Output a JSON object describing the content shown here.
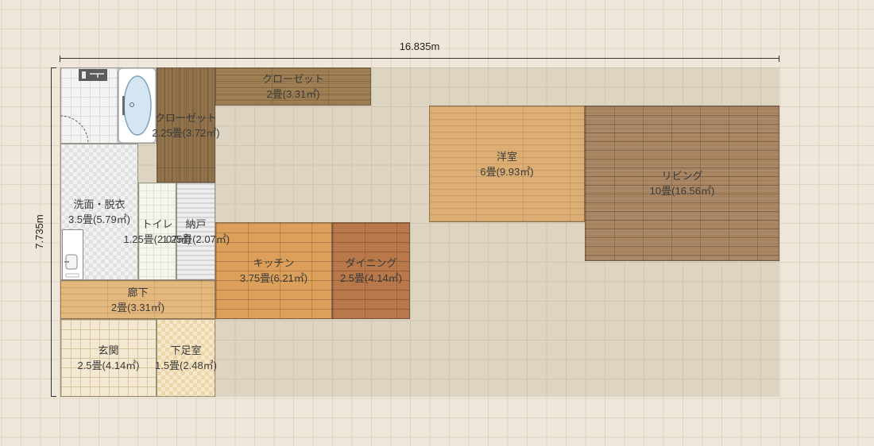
{
  "dimensions": {
    "width": "16.835m",
    "height": "7.735m"
  },
  "rooms": [
    {
      "name": "クローゼット",
      "area": "2畳(3.31㎡)",
      "floor": "#9a7a4c"
    },
    {
      "name": "クローゼット",
      "area": "2.25畳(3.72㎡)",
      "floor": "#8b6b43"
    },
    {
      "name": "洗面・脱衣",
      "area": "3.5畳(5.79㎡)",
      "floor": "#ebebeb"
    },
    {
      "name": "トイレ",
      "area": "1.25畳(2.07㎡)",
      "floor": "#f4f6ee"
    },
    {
      "name": "納戸",
      "area": "1.25畳(2.07㎡)",
      "floor": "#e8e8e8"
    },
    {
      "name": "廊下",
      "area": "2畳(3.31㎡)",
      "floor": "#e4b87d"
    },
    {
      "name": "キッチン",
      "area": "3.75畳(6.21㎡)",
      "floor": "#dca05a"
    },
    {
      "name": "ダイニング",
      "area": "2.5畳(4.14㎡)",
      "floor": "#b87849"
    },
    {
      "name": "玄関",
      "area": "2.5畳(4.14㎡)",
      "floor": "#f3e8d2"
    },
    {
      "name": "下足室",
      "area": "1.5畳(2.48㎡)",
      "floor": "#f6e8cb"
    },
    {
      "name": "洋室",
      "area": "6畳(9.93㎡)",
      "floor": "#dcae74"
    },
    {
      "name": "リビング",
      "area": "10畳(16.56㎡)",
      "floor": "#a7825f"
    }
  ],
  "fixtures": {
    "shower": "shower-icon",
    "bathtub": "bathtub-icon",
    "door": "door-swing-icon",
    "washbasin": "washbasin-icon"
  },
  "colors": {
    "canvas": "#efe8da",
    "grid": "#ddd4c3",
    "footprint": "#ddd4c2",
    "text": "#3a3a3a"
  }
}
